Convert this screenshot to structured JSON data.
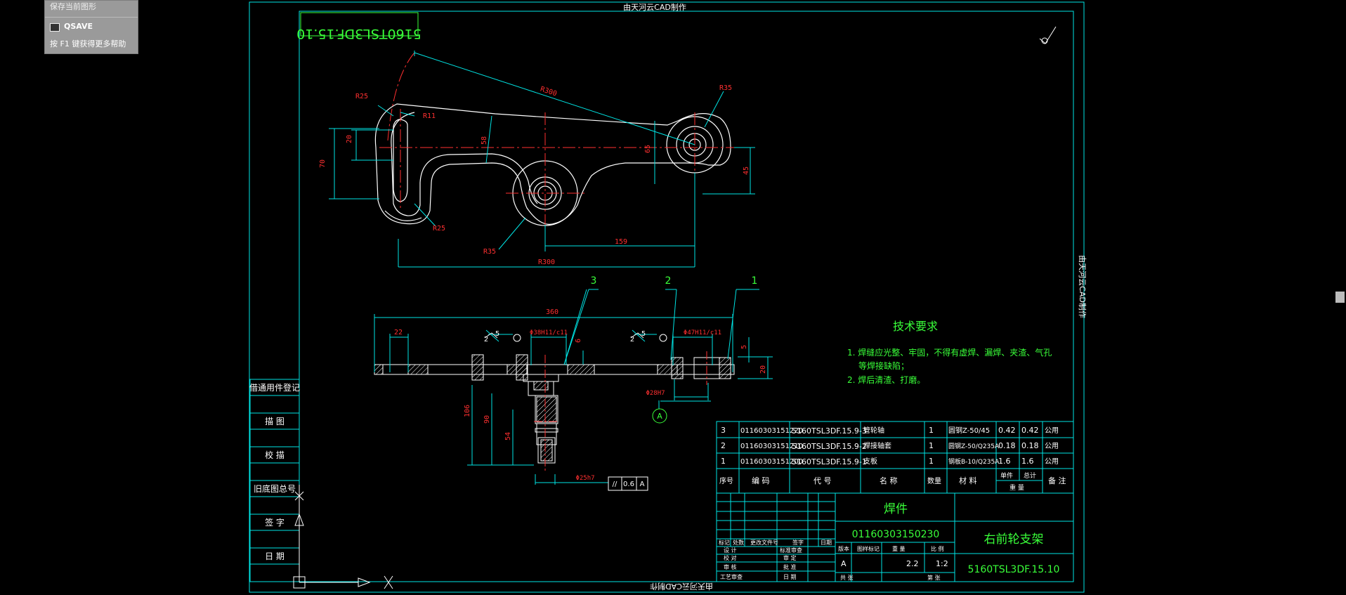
{
  "tooltip": {
    "prev_item": "保存当前图形",
    "command": "QSAVE",
    "help": "按 F1 键获得更多帮助"
  },
  "frame": {
    "top_label": "由天河云CAD制作",
    "bottom_label": "由天河云CAD制作",
    "right_label": "由天河云CAD制作",
    "stamp": "5160TSL3DF.15.10"
  },
  "left_column": [
    "借通用件登记",
    "描 图",
    "校 描",
    "旧底图总号",
    "签 字",
    "日 期"
  ],
  "dims": {
    "r25_top": "R25",
    "r11": "R11",
    "r300_arc": "R300",
    "r35_right": "R35",
    "r25_bottom": "R25",
    "r35_bottom": "R35",
    "r300_horiz": "R300",
    "d159": "159",
    "d20": "20",
    "d70": "70",
    "d58": "58",
    "d65": "65",
    "d45": "45",
    "d360": "360",
    "d22": "22",
    "fit1": "Φ38H11/c11",
    "fit2": "Φ47H11/c11",
    "fit3": "Φ28H7",
    "fit4": "Φ25h7",
    "weld5a": "5",
    "weld5b": "5",
    "weld2a": "2",
    "weld2b": "2",
    "d6": "6",
    "d5": "5",
    "d20b": "20",
    "d106": "106",
    "d90": "90",
    "d54": "54",
    "tol": "//",
    "tolv": "0.6",
    "datum": "A",
    "datum_circle": "A",
    "balloon1": "1",
    "balloon2": "2",
    "balloon3": "3"
  },
  "notes": {
    "title": "技术要求",
    "line1": "1. 焊缝应光整、牢固，不得有虚焊、漏焊、夹渣、气孔",
    "line1b": "等焊接缺陷；",
    "line2": "2. 焊后清渣、打磨。"
  },
  "bom": [
    {
      "no": "3",
      "code": "01160303151220",
      "drawing": "5160TSL3DF.15.9-3",
      "name": "管轮轴",
      "qty": "1",
      "material": "圆钢Z-50/45",
      "unit": "0.42",
      "total": "0.42",
      "remark": "公用"
    },
    {
      "no": "2",
      "code": "01160303151210",
      "drawing": "5160TSL3DF.15.9-2",
      "name": "焊接轴套",
      "qty": "1",
      "material": "圆钢Z-50/Q235A",
      "unit": "0.18",
      "total": "0.18",
      "remark": "公用"
    },
    {
      "no": "1",
      "code": "01160303151200",
      "drawing": "5160TSL3DF.15.9-1",
      "name": "支板",
      "qty": "1",
      "material": "钢板B-10/Q235A",
      "unit": "1.6",
      "total": "1.6",
      "remark": "公用"
    }
  ],
  "bom_header": {
    "no": "序号",
    "code": "编 码",
    "drawing": "代 号",
    "name": "名 称",
    "qty": "数量",
    "material": "材 料",
    "unit": "单件",
    "total": "总计",
    "weight": "重 量",
    "remark": "备 注"
  },
  "title_block": {
    "type": "焊件",
    "part_code": "01160303150230",
    "part_name": "右前轮支架",
    "drawing_no": "5160TSL3DF.15.10",
    "rev_mark": "标记",
    "rev_count": "处数",
    "rev_doc": "更改文件号",
    "rev_sign": "签字",
    "rev_date": "日期",
    "design": "设 计",
    "proof": "校 对",
    "review": "审 核",
    "process": "工艺审查",
    "std_review": "标准审查",
    "audit": "审 定",
    "approve": "批 准",
    "date": "日 期",
    "ver": "版本",
    "stage": "图样标记",
    "weight": "重 量",
    "scale": "比 例",
    "ver_v": "A",
    "weight_v": "2.2",
    "scale_v": "1:2",
    "sheets": "共 张",
    "sheet": "第 张"
  },
  "colors": {
    "frame": "#00e5e5",
    "green": "#39ff39",
    "dim": "#ff3030",
    "white": "#ffffff",
    "magenta": "#ff40ff"
  }
}
